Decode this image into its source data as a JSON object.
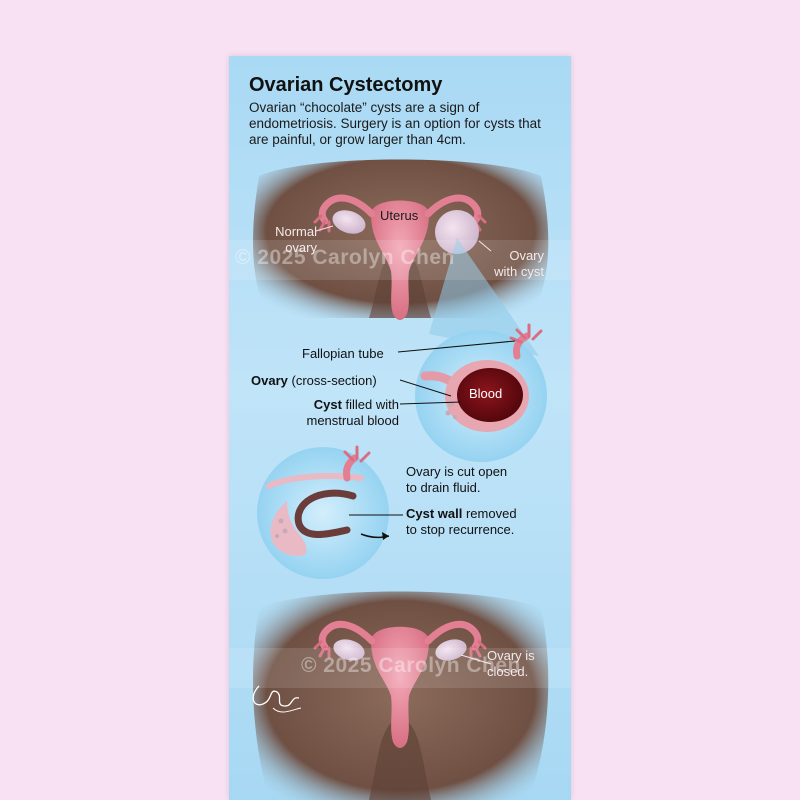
{
  "header": {
    "title": "Ovarian Cystectomy",
    "description": "Ovarian “chocolate” cysts are a sign of endometriosis. Surgery is an option for cysts that are painful, or grow larger than 4cm."
  },
  "top_panel": {
    "uterus_label": "Uterus",
    "normal_ovary_label": [
      "Normal",
      "ovary"
    ],
    "cyst_ovary_label": [
      "Ovary",
      "with cyst"
    ]
  },
  "cross_section": {
    "fallopian_label": "Fallopian tube",
    "ovary_bold": "Ovary",
    "ovary_rest": " (cross-section)",
    "cyst_bold": "Cyst",
    "cyst_rest": " filled with",
    "cyst_line2": "menstrual blood",
    "blood_label": "Blood"
  },
  "removal": {
    "line1": "Ovary is cut open",
    "line2": "to drain fluid.",
    "wall_bold": "Cyst wall",
    "wall_rest": " removed",
    "line4": "to stop recurrence."
  },
  "bottom_panel": {
    "closed_label": [
      "Ovary is",
      "closed."
    ]
  },
  "watermark": "© 2025 Carolyn Chen",
  "colors": {
    "page_background": "#f9e1f4",
    "card_background": "#b8e0f6",
    "skin": "#7a5a4c",
    "uterus": "#e27f93",
    "blood": "#6e0a12"
  }
}
